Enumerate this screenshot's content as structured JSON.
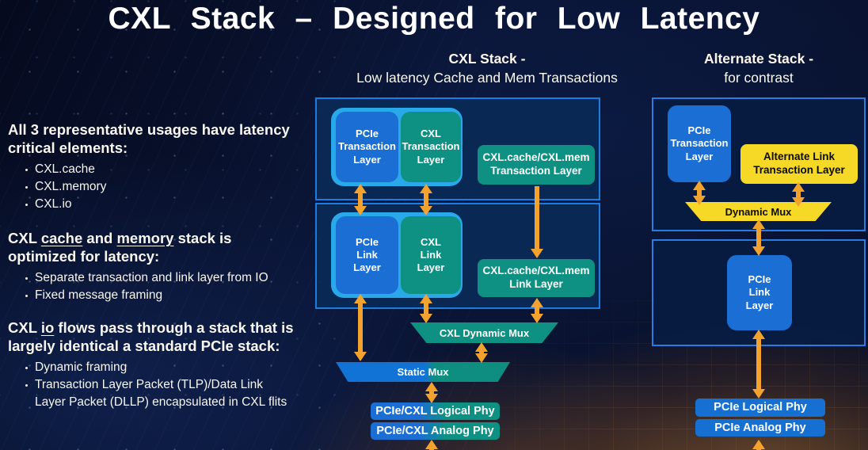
{
  "title": "CXL Stack – Designed for Low Latency",
  "headers": {
    "cxl": {
      "line1": "CXL Stack -",
      "line2": "Low latency Cache and Mem Transactions"
    },
    "alternate": {
      "line1": "Alternate Stack -",
      "line2": "for contrast"
    }
  },
  "left_panel": {
    "para1": {
      "text": "All 3 representative usages have latency\ncritical elements:",
      "bullets": [
        "CXL.cache",
        "CXL.memory",
        "CXL.io"
      ]
    },
    "para2": {
      "seg1": "CXL ",
      "seg2_underlined": "cache",
      "seg3": " and ",
      "seg4_underlined": "memory",
      "seg5": " stack is\noptimized for latency:",
      "bullets": [
        "Separate transaction and link layer from IO",
        "Fixed message framing"
      ]
    },
    "para3": {
      "seg1": "CXL ",
      "seg2_underlined": "io",
      "seg3": " flows pass through a stack that is\nlargely identical a standard PCIe stack:",
      "bullets": [
        "Dynamic framing",
        "Transaction Layer Packet (TLP)/Data Link\nLayer Packet (DLLP) encapsulated in CXL flits"
      ]
    }
  },
  "cxl_stack": {
    "pcie_transaction": "PCIe\nTransaction\nLayer",
    "cxl_transaction": "CXL\nTransaction\nLayer",
    "cachemem_transaction": "CXL.cache/CXL.mem\nTransaction Layer",
    "pcie_link": "PCIe\nLink\nLayer",
    "cxl_link": "CXL\nLink\nLayer",
    "cachemem_link": "CXL.cache/CXL.mem\nLink Layer",
    "dynamic_mux": "CXL Dynamic Mux",
    "static_mux": "Static Mux",
    "logical_phy": "PCIe/CXL Logical Phy",
    "analog_phy": "PCIe/CXL Analog Phy"
  },
  "alt_stack": {
    "pcie_transaction": "PCIe\nTransaction\nLayer",
    "alt_link_transaction": "Alternate Link\nTransaction Layer",
    "dynamic_mux": "Dynamic Mux",
    "pcie_link": "PCIe\nLink\nLayer",
    "logical_phy": "PCIe Logical Phy",
    "analog_phy": "PCIe Analog Phy"
  },
  "colors": {
    "blue_box": "#1b6fd4",
    "teal_box": "#0e9183",
    "container_light_blue": "#29a9e9",
    "yellow_box": "#f6d827",
    "arrow_orange": "#f3a32d",
    "outer_border_blue": "#1b7ce2",
    "outer_fill_navy": "#0b2a56"
  }
}
